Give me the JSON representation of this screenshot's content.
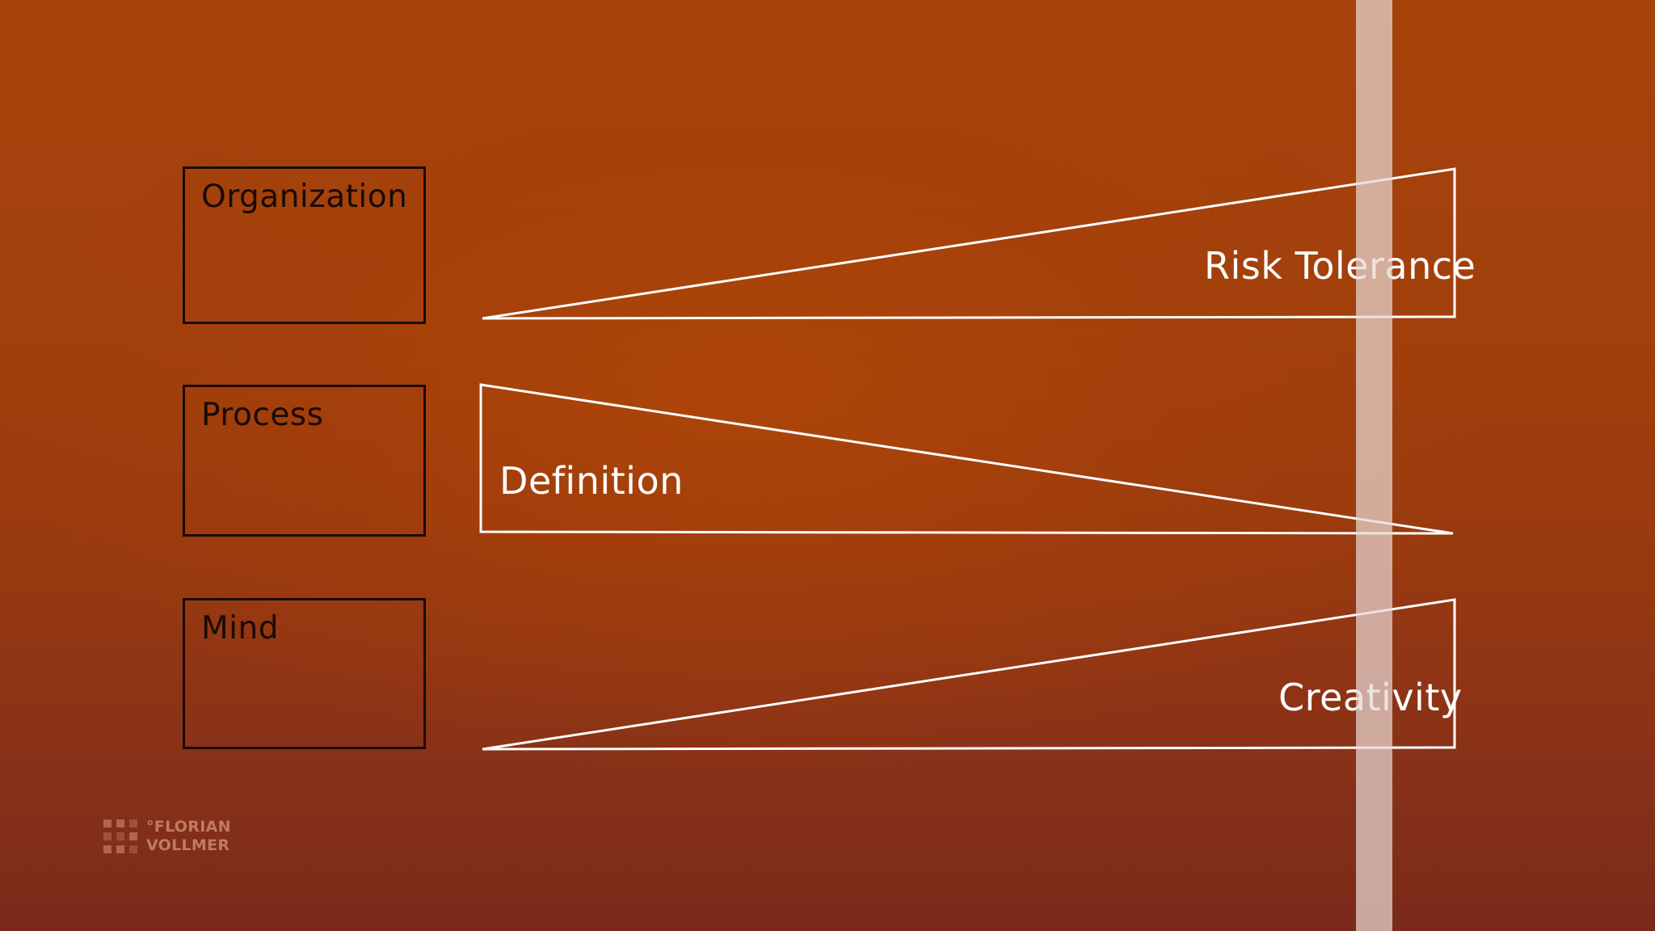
{
  "diagram": {
    "categories": [
      {
        "id": "organization",
        "label": "Organization"
      },
      {
        "id": "process",
        "label": "Process"
      },
      {
        "id": "mind",
        "label": "Mind"
      }
    ],
    "wedges": [
      {
        "id": "risk",
        "label": "Risk Tolerance",
        "direction": "increasing"
      },
      {
        "id": "definition",
        "label": "Definition",
        "direction": "decreasing"
      },
      {
        "id": "creativity",
        "label": "Creativity",
        "direction": "increasing"
      }
    ],
    "colors": {
      "background": "#a1400c",
      "box_border": "#1a0a05",
      "wedge_stroke": "#ffffff",
      "highlight_bar": "#e8d7d2"
    }
  },
  "logo": {
    "line1": "°FLORIAN",
    "line2": "VOLLMER"
  }
}
